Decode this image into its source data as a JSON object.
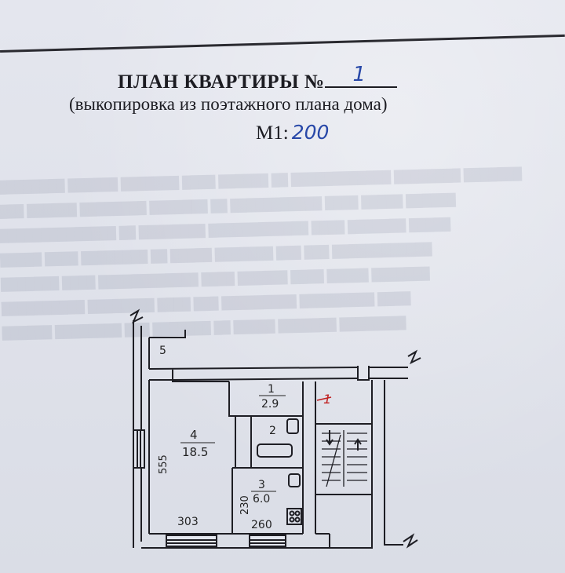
{
  "header": {
    "title": "ПЛАН КВАРТИРЫ №",
    "apartment_number": "1",
    "subtitle": "(выкопировка из поэтажного плана дома)",
    "scale_label": "М1:",
    "scale_value": "200"
  },
  "rooms": [
    {
      "number": "5",
      "area": ""
    },
    {
      "number": "1",
      "area": "2.9"
    },
    {
      "number": "2",
      "area": ""
    },
    {
      "number": "4",
      "area": "18.5"
    },
    {
      "number": "3",
      "area": "6.0"
    }
  ],
  "dimensions": {
    "room4_height": "555",
    "room4_width": "303",
    "room3_height": "230",
    "room3_width": "260"
  },
  "markers": {
    "stair_mark": "1"
  }
}
